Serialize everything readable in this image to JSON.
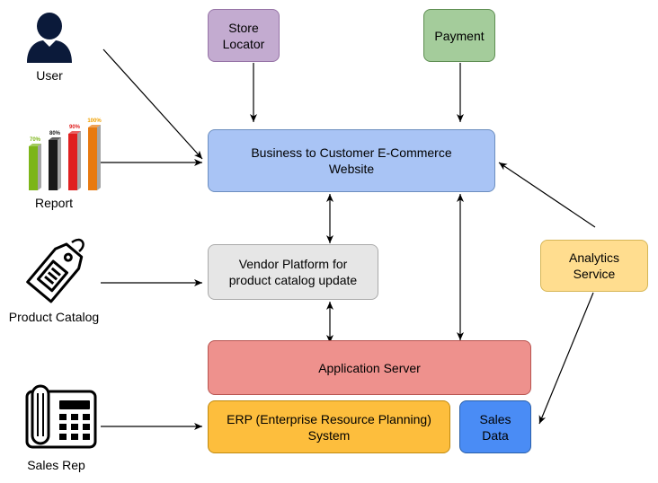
{
  "actors": {
    "user": "User",
    "report": "Report",
    "product_catalog": "Product Catalog",
    "sales_rep": "Sales Rep"
  },
  "report_chart": {
    "bars": [
      {
        "label": "70%",
        "value": 70,
        "color": "#7cb518",
        "label_color": "#7cb518"
      },
      {
        "label": "80%",
        "value": 80,
        "color": "#1a1a1a",
        "label_color": "#1a1a1a"
      },
      {
        "label": "90%",
        "value": 90,
        "color": "#e02020",
        "label_color": "#e02020"
      },
      {
        "label": "100%",
        "value": 100,
        "color": "#e87a10",
        "label_color": "#f0a000"
      }
    ]
  },
  "boxes": {
    "store_locator": "Store Locator",
    "payment": "Payment",
    "ecommerce": "Business to Customer E-Commerce Website",
    "vendor_platform": "Vendor Platform for product catalog update",
    "analytics": "Analytics Service",
    "app_server": "Application Server",
    "erp": "ERP (Enterprise Resource Planning) System",
    "sales_data": "Sales Data"
  },
  "colors": {
    "store_locator": {
      "fill": "#c3abd0",
      "stroke": "#9673a6"
    },
    "payment": {
      "fill": "#a4cc9b",
      "stroke": "#5e8e52"
    },
    "ecommerce": {
      "fill": "#a9c4f5",
      "stroke": "#6c8ebf"
    },
    "vendor_platform": {
      "fill": "#e6e6e6",
      "stroke": "#aaaaaa"
    },
    "analytics": {
      "fill": "#ffdd8f",
      "stroke": "#d6b656"
    },
    "app_server": {
      "fill": "#ee918d",
      "stroke": "#b85450"
    },
    "erp": {
      "fill": "#fdbe3d",
      "stroke": "#c08a10"
    },
    "sales_data": {
      "fill": "#4a8cf5",
      "stroke": "#2a5fa8"
    }
  }
}
